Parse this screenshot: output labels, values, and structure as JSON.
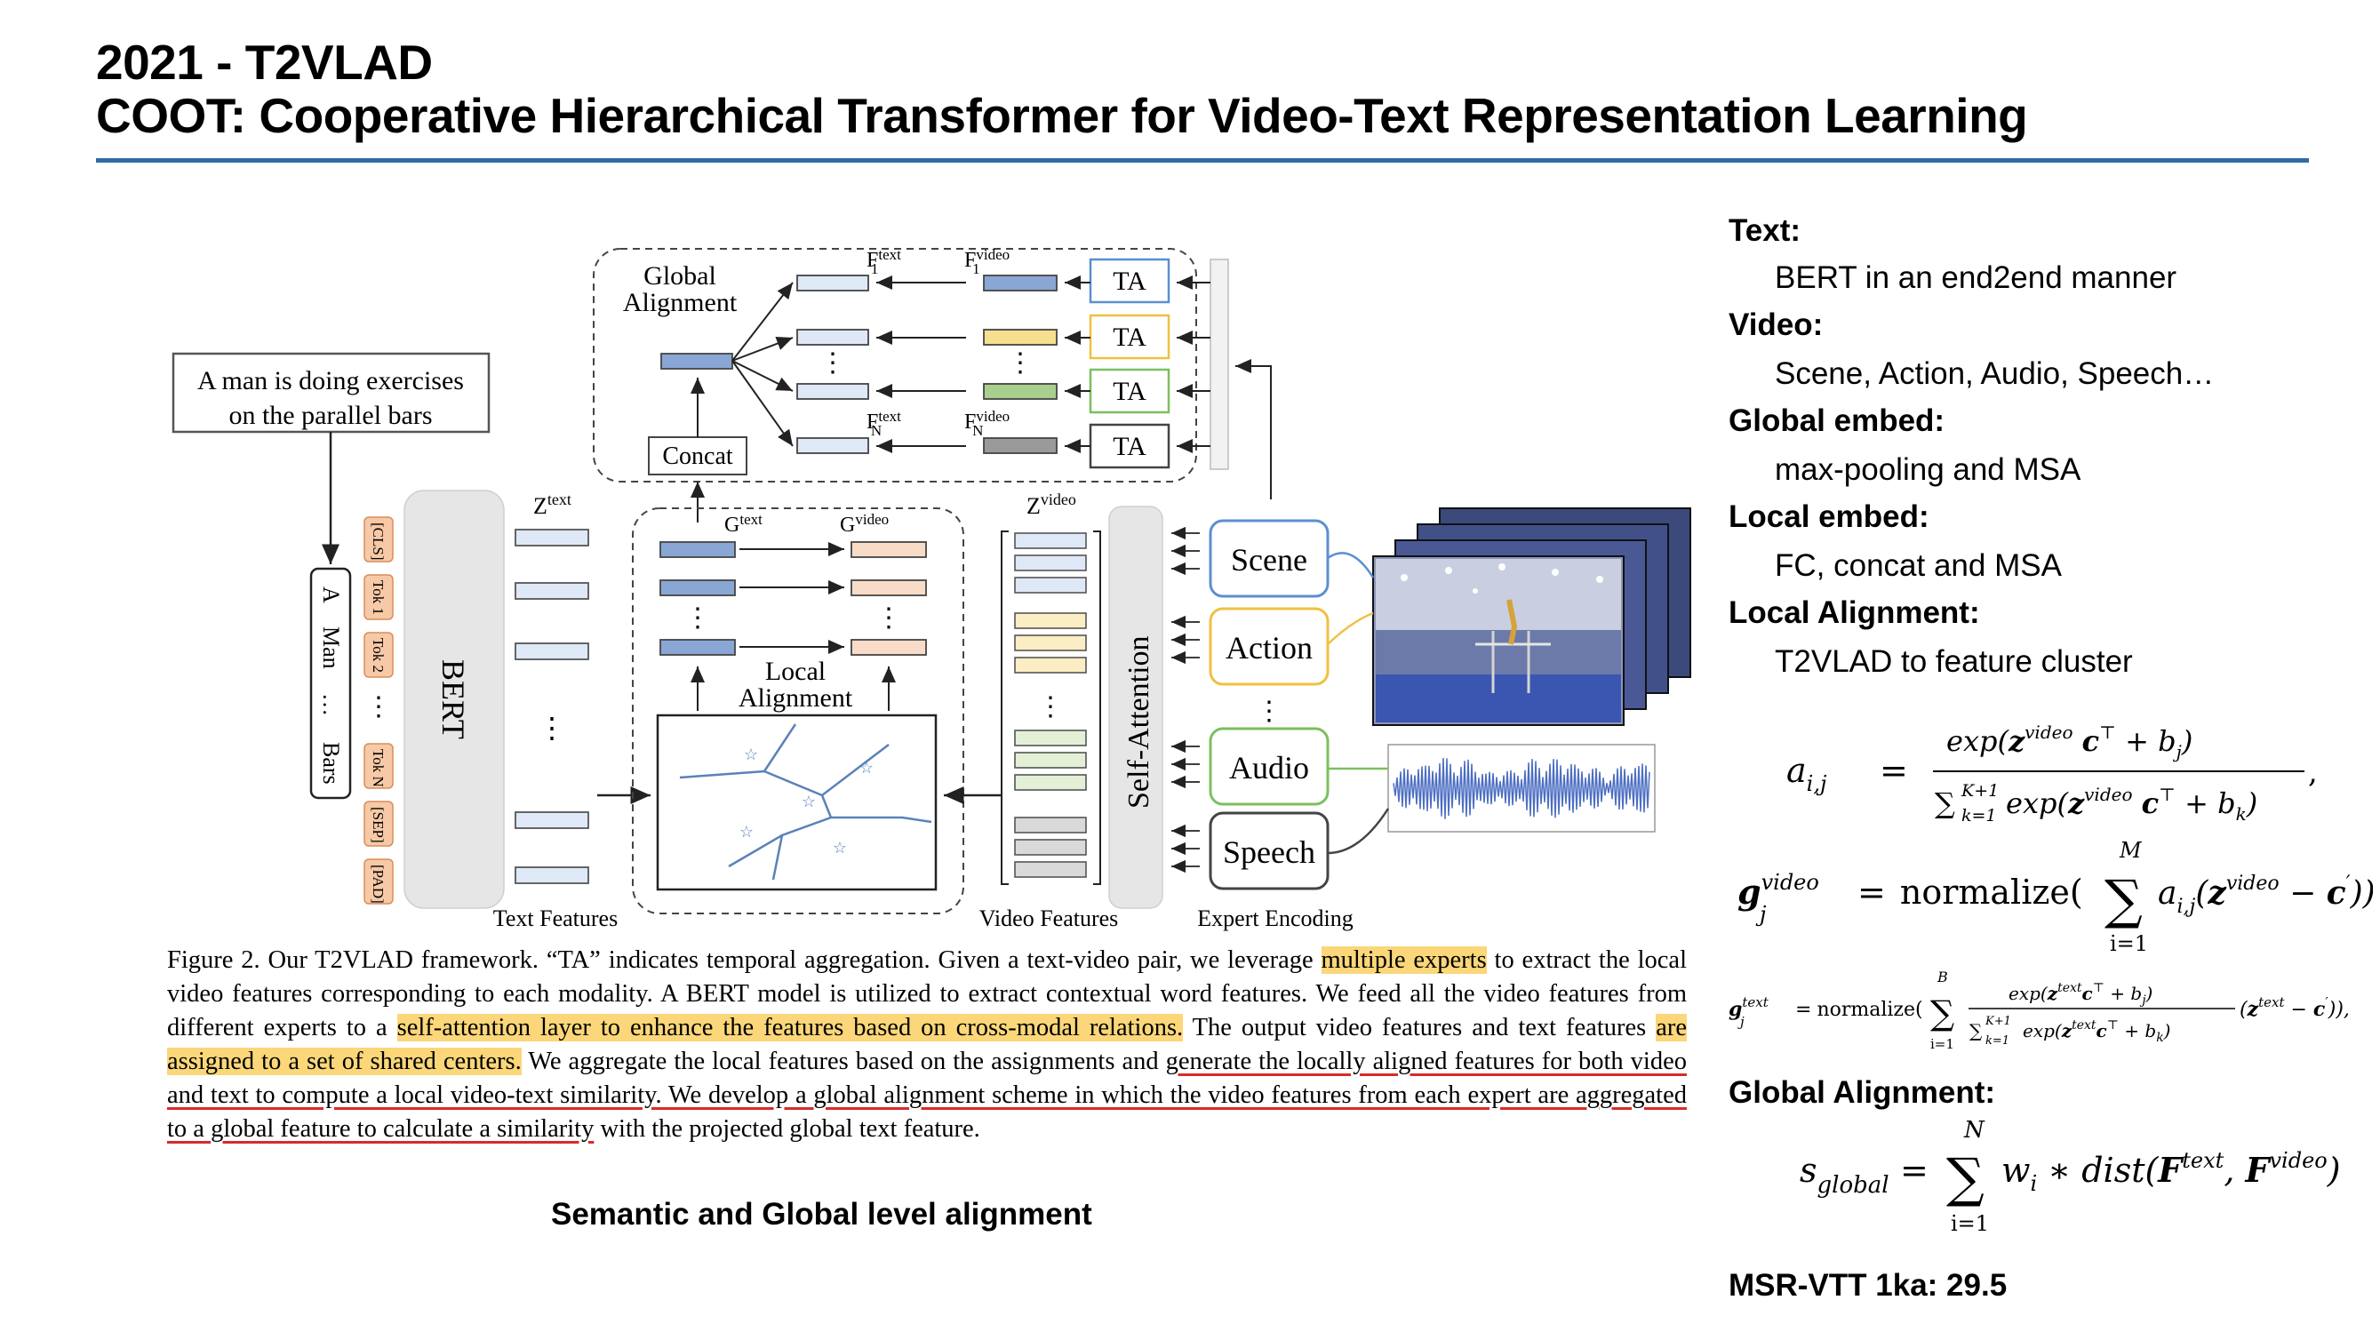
{
  "title_line1": "2021 - T2VLAD",
  "title_line2": "COOT: Cooperative Hierarchical Transformer for Video-Text Representation Learning",
  "colors": {
    "rule": "#2e6da4",
    "highlight": "#fbd77a",
    "underline": "#d62b2b",
    "feature_blue": "#8aa6d4",
    "feature_pink": "#f9dcc8"
  },
  "figure": {
    "query_text": "A man is doing exercises on the parallel bars",
    "query_line1": "A man is doing exercises",
    "query_line2": "on the parallel bars",
    "tokens_words": [
      "A",
      "Man",
      "…",
      "Bars"
    ],
    "tokens": [
      "[CLS]",
      "Tok 1",
      "Tok 2",
      "…",
      "Tok N",
      "[SEP]",
      "[PAD]"
    ],
    "bert_label": "BERT",
    "global_alignment_line1": "Global",
    "global_alignment_line2": "Alignment",
    "concat_label": "Concat",
    "ta_label": "TA",
    "f_text_1": "F",
    "f_sup_text": "text",
    "f_sup_video": "video",
    "f_sub_1": "1",
    "f_sub_n": "N",
    "z_text": "Z",
    "z_video": "Z",
    "g_label": "G",
    "local_alignment_line1": "Local",
    "local_alignment_line2": "Alignment",
    "self_attention_label": "Self-Attention",
    "experts": [
      "Scene",
      "Action",
      "Audio",
      "Speech"
    ],
    "text_features_label": "Text Features",
    "video_features_label": "Video Features",
    "expert_encoding_label": "Expert Encoding",
    "vdots": "⋮"
  },
  "caption": {
    "p1": "Figure 2. Our T2VLAD framework. “TA” indicates temporal aggregation. Given a text-video pair, we leverage ",
    "h1": "multiple experts",
    "p2": " to extract the local video features corresponding to each modality. A BERT model is utilized to extract contextual word features. We feed all the video features from different experts to a ",
    "h2": "self-attention layer to enhance the features based on cross-modal relations.",
    "p3": " The output video features and text features ",
    "h3": "are assigned to a set of shared centers.",
    "p4": " We aggregate the local features based on the assignments and ",
    "u1": "generate the locally aligned features for both video and text to compute a local video-text similarity. We develop a global alignment scheme in which the video features from each expert are aggregated to a global feature to calculate a similarity",
    "p5": " with the projected global text feature."
  },
  "subcaption": "Semantic and Global level alignment",
  "notes": {
    "text_h": "Text:",
    "text_v": "BERT in an end2end manner",
    "video_h": "Video:",
    "video_v": "Scene, Action, Audio, Speech…",
    "global_embed_h": "Global embed:",
    "global_embed_v": "max-pooling and MSA",
    "local_embed_h": "Local embed:",
    "local_embed_v": "FC, concat and MSA",
    "local_align_h": "Local Alignment:",
    "local_align_v": "T2VLAD to feature cluster",
    "global_align_h": "Global Alignment:",
    "result": "MSR-VTT 1ka: 29.5"
  },
  "equations": {
    "a_lhs": "a",
    "a_sub": "i,j",
    "eq_sign": "=",
    "exp": "exp(",
    "z": "z",
    "sup_video": "video",
    "sup_text": "text",
    "c": "c",
    "b": "b",
    "sum": "∑",
    "k_range_top": "K+1",
    "k_range_bot": "k=1",
    "g": "g",
    "normalize": "normalize(",
    "M": "M",
    "B": "B",
    "i1": "i=1",
    "N": "N",
    "s": "s",
    "s_sub": "global",
    "w": "w",
    "dist": "dist(",
    "F": "F"
  }
}
